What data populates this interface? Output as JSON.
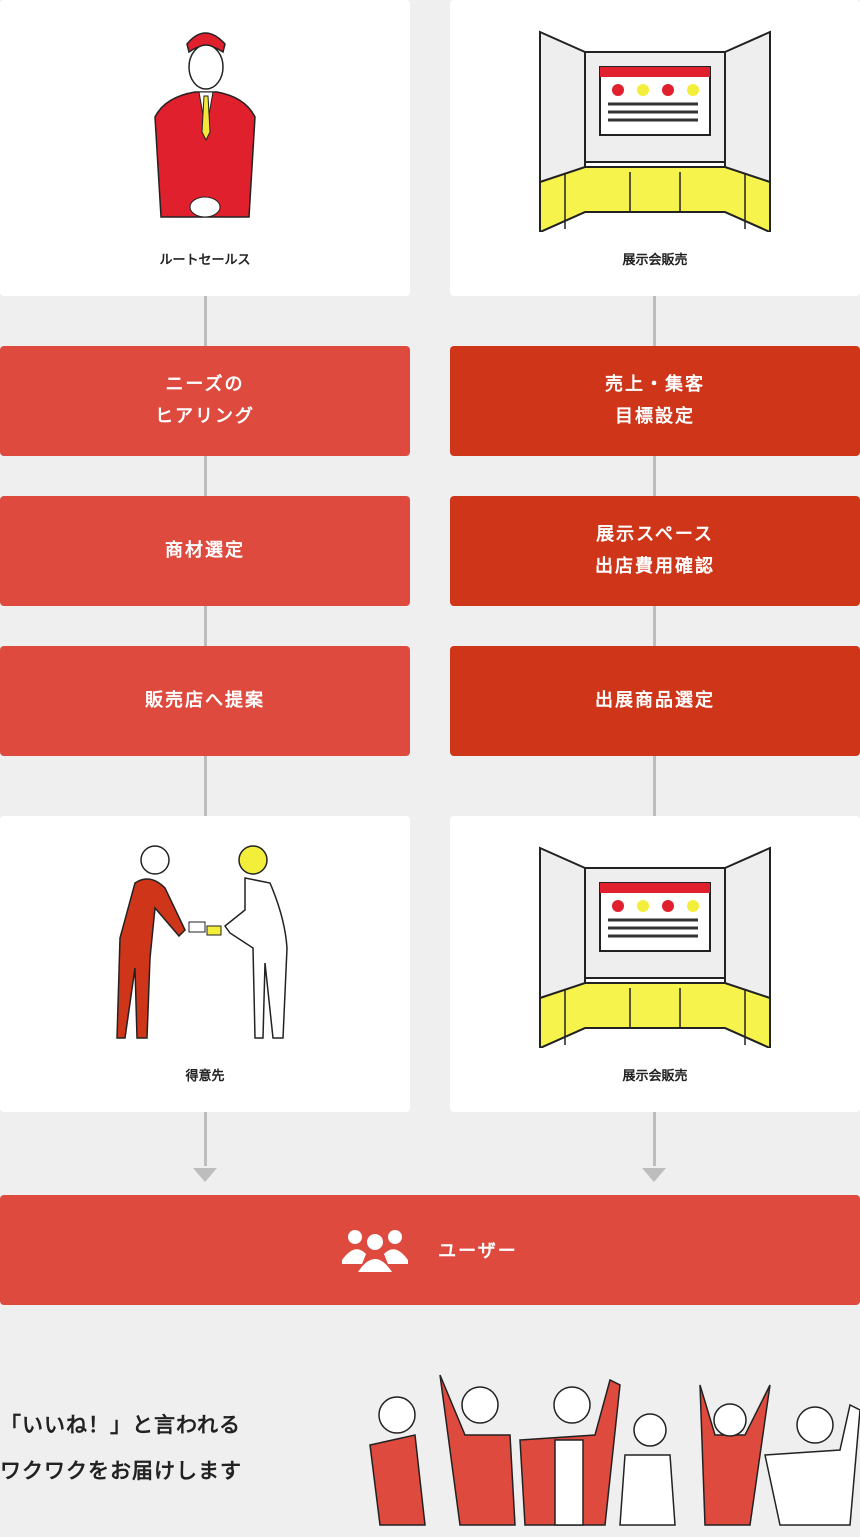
{
  "left": {
    "top_caption": "ルートセールス",
    "steps": [
      "ニーズの\nヒアリング",
      "商材選定",
      "販売店へ提案"
    ],
    "bottom_caption": "得意先"
  },
  "right": {
    "top_caption": "展示会販売",
    "steps": [
      "売上・集客\n目標設定",
      "展示スペース\n出店費用確認",
      "出展商品選定"
    ],
    "bottom_caption": "展示会販売"
  },
  "user": {
    "icon": "users-icon",
    "label": "ユーザー"
  },
  "tagline": {
    "line1": "「いいね！」と言われる",
    "line2": "ワクワクをお届けします"
  },
  "colors": {
    "left": "#de4a3e",
    "right": "#cf3519",
    "bg": "#efefef"
  }
}
